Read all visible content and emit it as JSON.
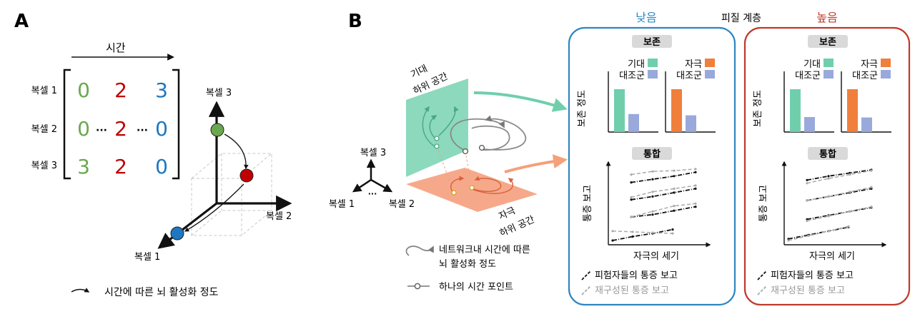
{
  "panel_a": {
    "letter": "A",
    "time_label": "시간",
    "rows": [
      {
        "label": "복셀 1",
        "values": [
          "0",
          "2",
          "3"
        ]
      },
      {
        "label": "복셀 2",
        "values": [
          "0",
          "···",
          "2",
          "···",
          "0"
        ]
      },
      {
        "label": "복셀 3",
        "values": [
          "3",
          "2",
          "0"
        ]
      }
    ],
    "axes": {
      "x": "복셀 2",
      "y": "복셀 3",
      "z": "복셀 1"
    },
    "legend_text": "시간에 따른 뇌 활성화 정도",
    "colors": {
      "green": "#6aa84f",
      "red": "#c00000",
      "blue": "#1f77c0"
    }
  },
  "panel_b": {
    "letter": "B",
    "expect_plane_label": [
      "기대",
      "하위 공간"
    ],
    "stim_plane_label": [
      "자극",
      "하위 공간"
    ],
    "mini_axes": {
      "up": "복셀 3",
      "left": "복셀 1",
      "right": "복셀 2",
      "dots": "···"
    },
    "legend": {
      "trajectory": [
        "네트워크내 시간에 따른",
        "뇌 활성화 정도"
      ],
      "timepoint": "하나의 시간 포인트"
    },
    "hierarchy_label": "피질 계층",
    "low_label": "낮음",
    "high_label": "높음",
    "preserve_title": "보존",
    "integrate_title": "통합",
    "legend_expect": "기대",
    "legend_stim": "자극",
    "legend_control": "대조군",
    "y_preserve": "보존 정도",
    "y_integrate": "통증 보고",
    "x_integrate": "자극의 세기",
    "subject_report": "피험자들의 통증 보고",
    "recon_report": "재구성된 통증 보고",
    "colors": {
      "low_box": "#2e86c1",
      "high_box": "#c0392b",
      "expect": "#6fcfac",
      "stim": "#f07f3c",
      "control": "#99a9db",
      "recon": "#aaaaaa"
    }
  },
  "chart_data": [
    {
      "type": "bar",
      "panel": "low",
      "categories": [
        "기대",
        "대조군"
      ],
      "values": [
        1.0,
        0.42
      ],
      "ylabel": "보존 정도"
    },
    {
      "type": "bar",
      "panel": "low",
      "categories": [
        "자극",
        "대조군"
      ],
      "values": [
        1.0,
        0.39
      ]
    },
    {
      "type": "bar",
      "panel": "high",
      "categories": [
        "기대",
        "대조군"
      ],
      "values": [
        1.0,
        0.35
      ],
      "ylabel": "보존 정도"
    },
    {
      "type": "bar",
      "panel": "high",
      "categories": [
        "자극",
        "대조군"
      ],
      "values": [
        1.0,
        0.34
      ]
    },
    {
      "type": "line",
      "panel": "low",
      "xlabel": "자극의 세기",
      "ylabel": "통증 보고",
      "series": [
        {
          "name": "피험자들의 통증 보고",
          "values": [
            [
              0,
              0.05,
              0.09,
              0.14
            ],
            [
              0.3,
              0.33,
              0.38,
              0.43
            ],
            [
              0.52,
              0.56,
              0.61,
              0.66
            ],
            [
              0.74,
              0.78,
              0.82,
              0.87
            ]
          ]
        },
        {
          "name": "재구성된 통증 보고",
          "values": [
            [
              0.12,
              0.11,
              0.1,
              0.09
            ],
            [
              0.3,
              0.37,
              0.44,
              0.47
            ],
            [
              0.55,
              0.62,
              0.66,
              0.7
            ],
            [
              0.84,
              0.88,
              0.89,
              0.91
            ]
          ]
        }
      ]
    },
    {
      "type": "line",
      "panel": "high",
      "xlabel": "자극의 세기",
      "ylabel": "통증 보고",
      "series": [
        {
          "name": "피험자들의 통증 보고",
          "values": [
            [
              0.02,
              0.07,
              0.12,
              0.17
            ],
            [
              0.27,
              0.32,
              0.37,
              0.42
            ],
            [
              0.51,
              0.56,
              0.61,
              0.66
            ],
            [
              0.77,
              0.82,
              0.86,
              0.9
            ]
          ]
        },
        {
          "name": "재구성된 통증 보고",
          "values": [
            [
              0,
              0.06,
              0.12,
              0.18
            ],
            [
              0.25,
              0.31,
              0.37,
              0.43
            ],
            [
              0.51,
              0.56,
              0.62,
              0.68
            ],
            [
              0.73,
              0.79,
              0.84,
              0.89
            ]
          ]
        }
      ]
    }
  ]
}
